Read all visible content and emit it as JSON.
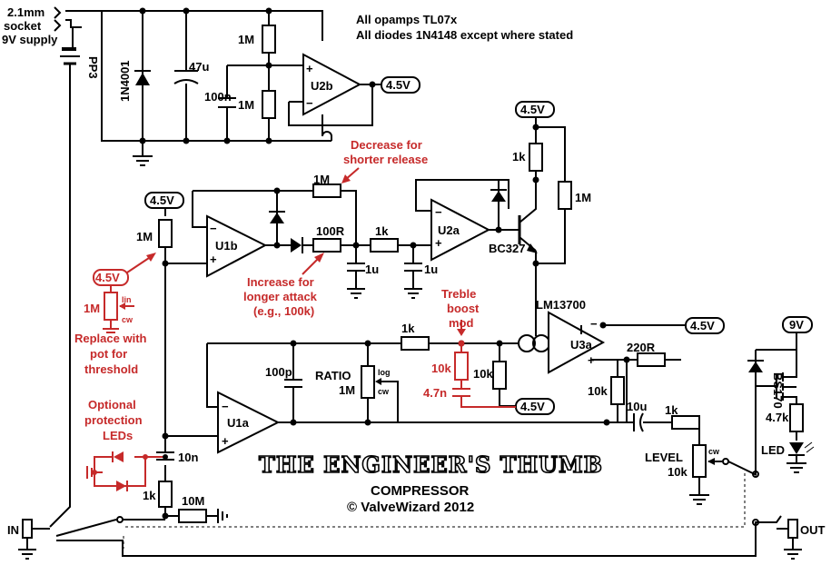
{
  "notes": {
    "line1": "All opamps TL07x",
    "line2": "All diodes 1N4148 except where stated"
  },
  "supply": {
    "socket_line1": "2.1mm",
    "socket_line2": "socket",
    "socket_line3": "9V supply",
    "battery": "PP3",
    "diode": "1N4001",
    "cap": "47u",
    "cap2": "100n",
    "r_top": "1M",
    "r_bot": "1M",
    "opamp": "U2b",
    "out_rail": "4.5V"
  },
  "labels": {
    "rail_45_q": "4.5V",
    "rail_45_u1b": "4.5V",
    "rail_45_u3": "4.5V",
    "rail_45_boost": "4.5V",
    "rail_9v": "9V",
    "r_1k_q": "1k",
    "r_1m_q": "1M",
    "r_1m_fb": "1M",
    "r_100r": "100R",
    "r_1k_mid": "1k",
    "c_1u_a": "1u",
    "c_1u_b": "1u",
    "r_1m_u1b": "1M",
    "transistor": "BC327",
    "ota": "LM13700",
    "r_220r": "220R",
    "r_1k_u1a": "1k",
    "c_100p": "100p",
    "pot_ratio": "RATIO",
    "pot_ratio_val": "1M",
    "pot_ratio_log": "log",
    "pot_ratio_cw": "cw",
    "r_10k_a": "10k",
    "r_10k_u3": "10k",
    "c_10u": "10u",
    "r_1k_out": "1k",
    "pot_level": "LEVEL",
    "pot_level_val": "10k",
    "pot_level_cw": "cw",
    "c_10n": "10n",
    "r_1k_in": "1k",
    "r_10m": "10M",
    "in_label": "IN",
    "out_label": "OUT",
    "mosfet": "BS170",
    "r_4k7": "4.7k",
    "led": "LED",
    "opamp_u1a": "U1a",
    "opamp_u1b": "U1b",
    "opamp_u2a": "U2a",
    "ota_u3a": "U3a"
  },
  "mods": {
    "release_1": "Decrease for",
    "release_2": "shorter release",
    "attack_1": "Increase for",
    "attack_2": "longer attack",
    "attack_3": "(e.g., 100k)",
    "treble_1": "Treble",
    "treble_2": "boost",
    "treble_3": "mod",
    "treble_r": "10k",
    "treble_c": "4.7n",
    "thresh_rail": "4.5V",
    "thresh_pot": "1M",
    "thresh_lin": "lin",
    "thresh_cw": "cw",
    "thresh_1": "Replace with",
    "thresh_2": "pot for",
    "thresh_3": "threshold",
    "prot_1": "Optional",
    "prot_2": "protection",
    "prot_3": "LEDs"
  },
  "title": {
    "main": "THE ENGINEER'S THUMB",
    "sub": "COMPRESSOR",
    "credit": "© ValveWizard 2012"
  }
}
